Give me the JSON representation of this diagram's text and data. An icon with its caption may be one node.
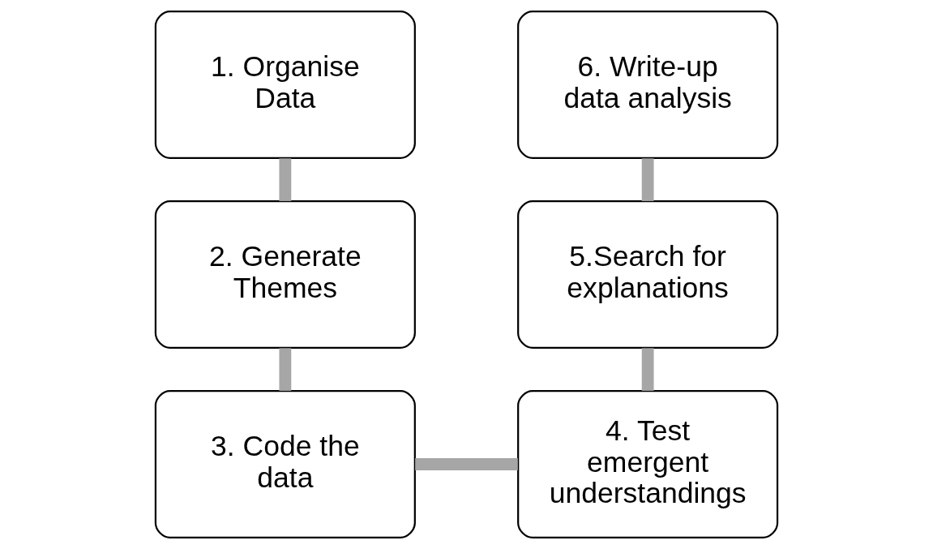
{
  "diagram": {
    "nodes": [
      {
        "text": [
          "1. Organise Data"
        ]
      },
      {
        "text": [
          "2. Generate Themes"
        ]
      },
      {
        "text": [
          "3. Code the data"
        ]
      },
      {
        "text": [
          "4. Test emergent understandings"
        ]
      },
      {
        "text": [
          "5.Search for explanations"
        ]
      },
      {
        "text": [
          "6. Write-up data analysis"
        ]
      }
    ],
    "edges": [
      {
        "from": 0,
        "to": 1,
        "arrow": "none"
      },
      {
        "from": 1,
        "to": 2,
        "arrow": "none"
      },
      {
        "from": 2,
        "to": 3,
        "arrow": "none"
      },
      {
        "from": 3,
        "to": 4,
        "arrow": "none"
      },
      {
        "from": 4,
        "to": 5,
        "arrow": "none"
      }
    ]
  }
}
